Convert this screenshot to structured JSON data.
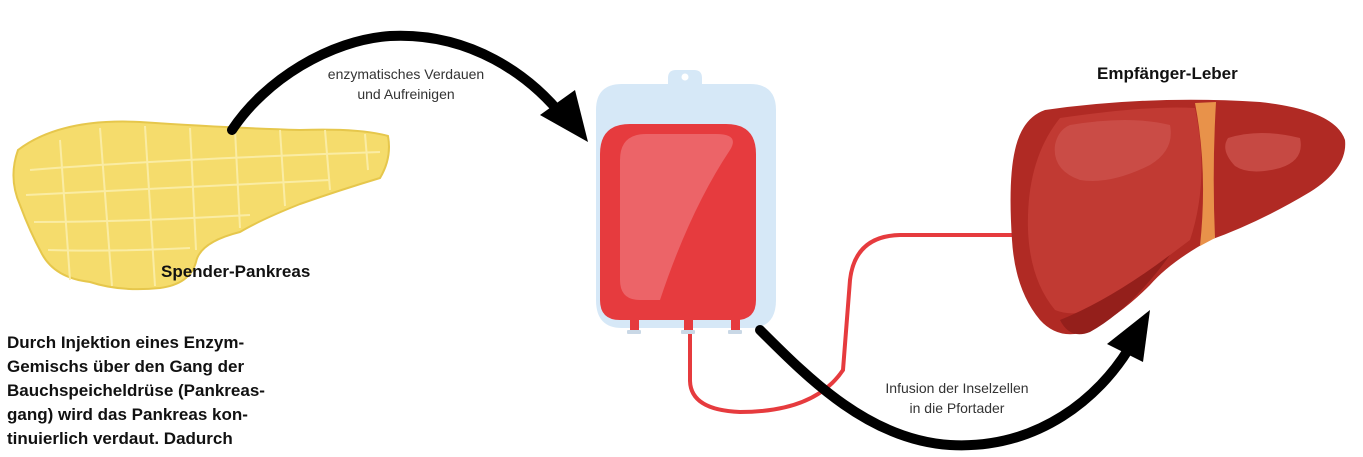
{
  "labels": {
    "pancreas": "Spender-Pankreas",
    "liver": "Empfänger-Leber",
    "step1_line1": "enzymatisches Verdauen",
    "step1_line2": "und Aufreinigen",
    "step2_line1": "Infusion der Inselzellen",
    "step2_line2": "in die Pfortader"
  },
  "description": "Durch Injektion eines Enzym-\nGemischs über den Gang der\nBauchspeicheldrüse (Pankreas-\ngang) wird das Pankreas kon-\ntinuierlich verdaut. Dadurch",
  "colors": {
    "pancreas": "#f5dc6c",
    "bag": "#d6e8f7",
    "blood": "#e63b3e",
    "liver": "#b02a24",
    "ligament": "#e8924a",
    "arrow": "#000000",
    "tube": "#e63b3e"
  }
}
